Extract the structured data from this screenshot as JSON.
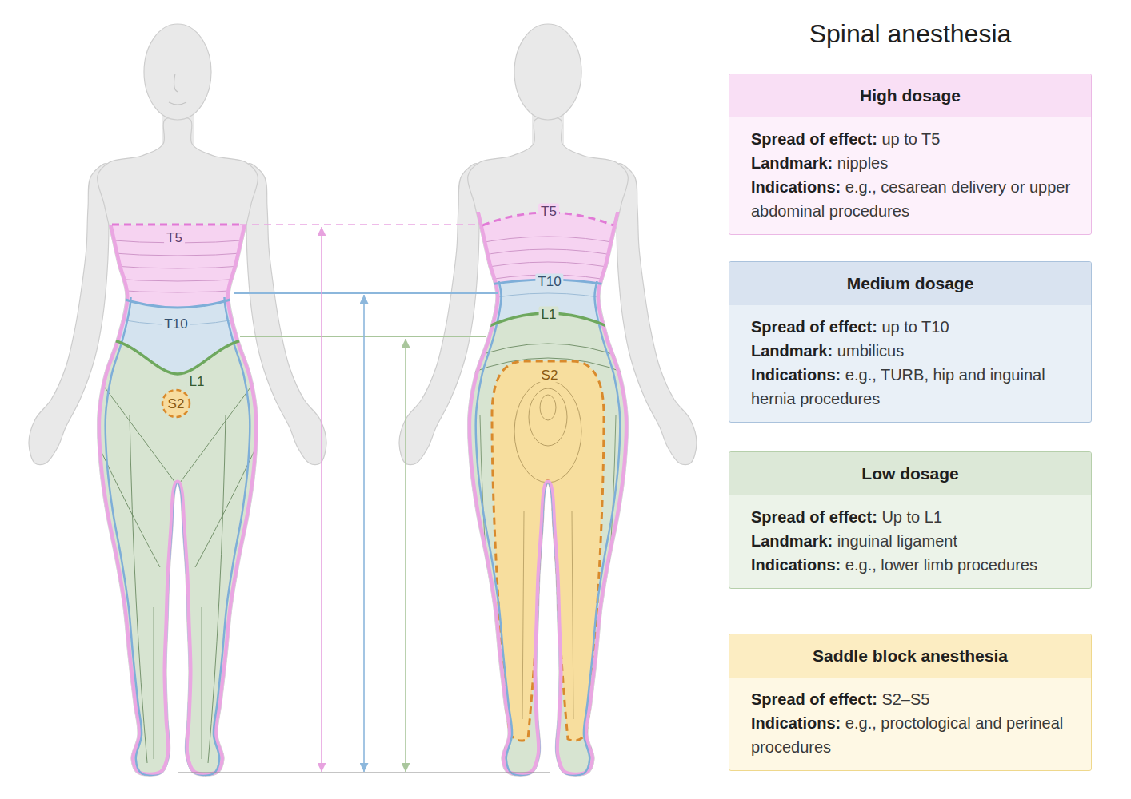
{
  "diagram": {
    "title": "Spinal anesthesia",
    "nodes": [
      {
        "text": [
          "High dosage",
          "Spread of effect:",
          "up to T5",
          "Landmark:",
          "nipples",
          "Indications:",
          "e.g., cesarean delivery or upper abdominal procedures"
        ]
      },
      {
        "text": [
          "Medium dosage",
          "Spread of effect:",
          "up to T10",
          "Landmark:",
          "umbilicus",
          "Indications:",
          "e.g., TURB, hip and inguinal hernia procedures"
        ]
      },
      {
        "text": [
          "Low dosage",
          "Spread of effect:",
          "Up to L1",
          "Landmark:",
          "inguinal ligament",
          "Indications:",
          "e.g., lower limb procedures"
        ]
      },
      {
        "text": [
          "Saddle block anesthesia",
          "Spread of effect:",
          "S2–S5",
          "Indications:",
          "e.g., proctological and perineal procedures"
        ]
      }
    ],
    "labels": [
      "T5",
      "T10",
      "L1",
      "S2",
      "T5",
      "T10",
      "L1",
      "S2"
    ]
  }
}
